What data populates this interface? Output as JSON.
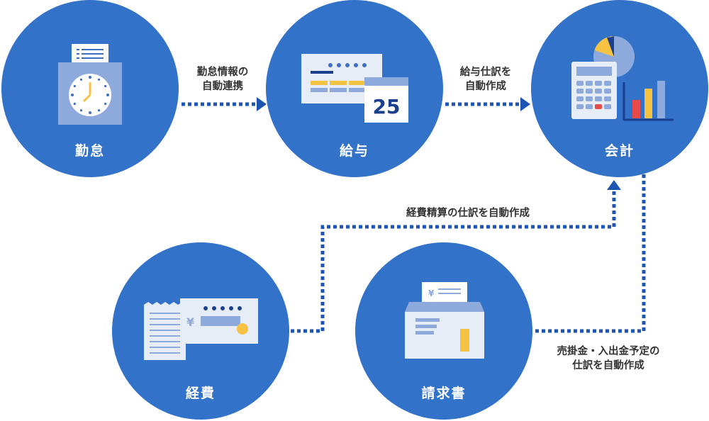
{
  "nodes": {
    "kintai": {
      "label": "勤怠"
    },
    "kyuyo": {
      "label": "給与",
      "calendar_day": "25"
    },
    "kaikei": {
      "label": "会計"
    },
    "keihi": {
      "label": "経費",
      "currency_symbol": "¥"
    },
    "seikyusho": {
      "label": "請求書",
      "currency_symbol": "¥"
    }
  },
  "flows": {
    "kintai_to_kyuyo": {
      "line1": "勤怠情報の",
      "line2": "自動連携"
    },
    "kyuyo_to_kaikei": {
      "line1": "給与仕訳を",
      "line2": "自動作成"
    },
    "keihi_to_kaikei": {
      "line1": "経費精算の仕訳を自動作成"
    },
    "seikyusho_to_kaikei": {
      "line1": "売掛金・入出金予定の",
      "line2": "仕訳を自動作成"
    }
  },
  "colors": {
    "circle": "#3272c9",
    "arrow": "#1e55b3",
    "illustration_light": "#e7edf7",
    "illustration_mid": "#8eaadc",
    "accent_yellow": "#f6c243",
    "accent_red": "#e84a4a",
    "dark_blue": "#1b3f8f"
  }
}
